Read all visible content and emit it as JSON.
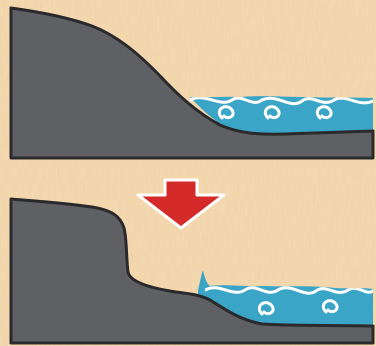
{
  "colors": {
    "sand_base": "#f1d2a6",
    "sand_light": "#f7e1bd",
    "sand_dark": "#e3b886",
    "rock": "#5f6064",
    "rock_outline": "#2a2a2c",
    "water": "#3aa5c6",
    "wave_foam": "#ffffff",
    "arrow_fill": "#d42a2a",
    "arrow_outline": "#ffffff"
  },
  "panels": [
    {
      "id": "before",
      "description_name": "initial-coastline"
    },
    {
      "id": "after",
      "description_name": "eroded-coastline"
    }
  ],
  "arrow": {
    "direction": "down",
    "icon": "down-arrow-icon"
  }
}
